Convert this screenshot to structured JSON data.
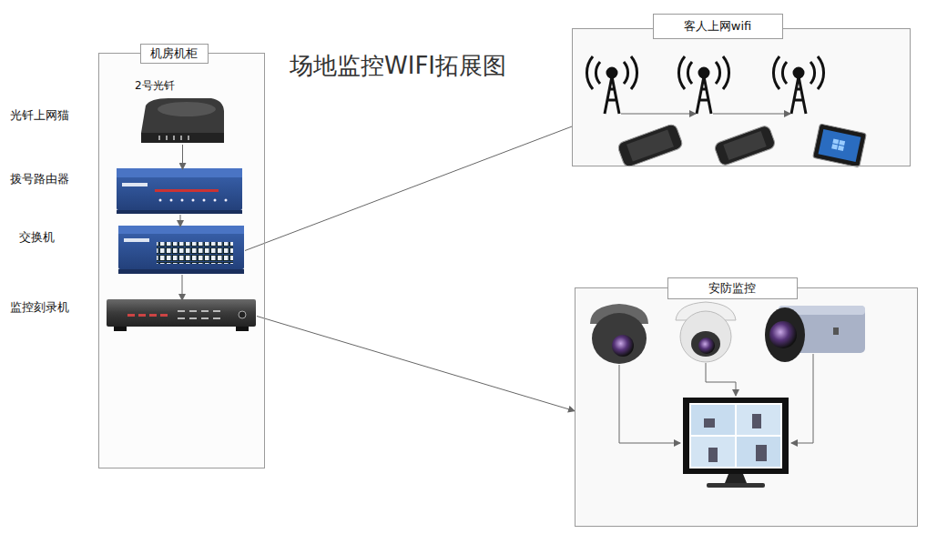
{
  "diagram": {
    "title": "场地监控WIFI拓展图",
    "nodes": [
      {
        "text": [
          "机房机柜"
        ]
      },
      {
        "text": [
          "光钎上网猫"
        ],
        "in": 0
      },
      {
        "text": [
          "拨号路由器"
        ],
        "in": 0
      },
      {
        "text": [
          "交换机"
        ],
        "in": 0
      },
      {
        "text": [
          "监控刻录机"
        ],
        "in": 0
      },
      {
        "text": [
          "客人上网wifi"
        ]
      },
      {
        "text": [
          "安防监控"
        ]
      }
    ],
    "edges": [
      {
        "from": 1,
        "to": 2,
        "arrow": "to"
      },
      {
        "from": 2,
        "to": 3,
        "arrow": "to"
      },
      {
        "from": 3,
        "to": 4,
        "arrow": "to"
      },
      {
        "from": 3,
        "to": 5,
        "arrow": "none"
      },
      {
        "from": 4,
        "to": 6,
        "arrow": "to"
      }
    ],
    "labels": [
      "2号光钎"
    ]
  }
}
